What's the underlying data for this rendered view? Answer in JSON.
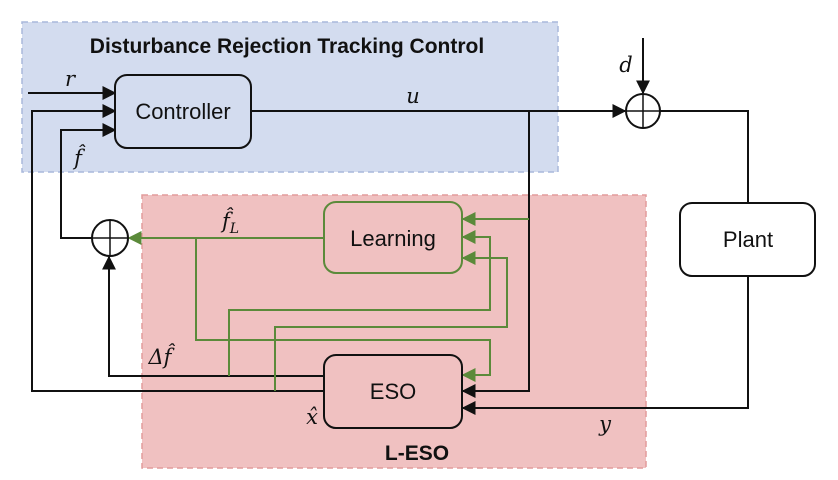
{
  "regions": {
    "tracking_control": {
      "title": "Disturbance Rejection Tracking Control",
      "fill": "#d3dcef",
      "border": "#a9b8dc"
    },
    "leso": {
      "title": "L-ESO",
      "fill": "#f0c1c1",
      "border": "#e29c9c"
    }
  },
  "blocks": {
    "controller": "Controller",
    "learning": "Learning",
    "eso": "ESO",
    "plant": "Plant"
  },
  "signals": {
    "r": "r",
    "u": "u",
    "d": "d",
    "y": "y",
    "f_hat": "f̂",
    "f_hat_L_base": "f̂",
    "f_hat_L_sub": "L",
    "delta_f_hat": "Δf̂",
    "x_hat": "x̂"
  },
  "colors": {
    "black_signal": "#111111",
    "learning_signal": "#5b8a3a"
  }
}
